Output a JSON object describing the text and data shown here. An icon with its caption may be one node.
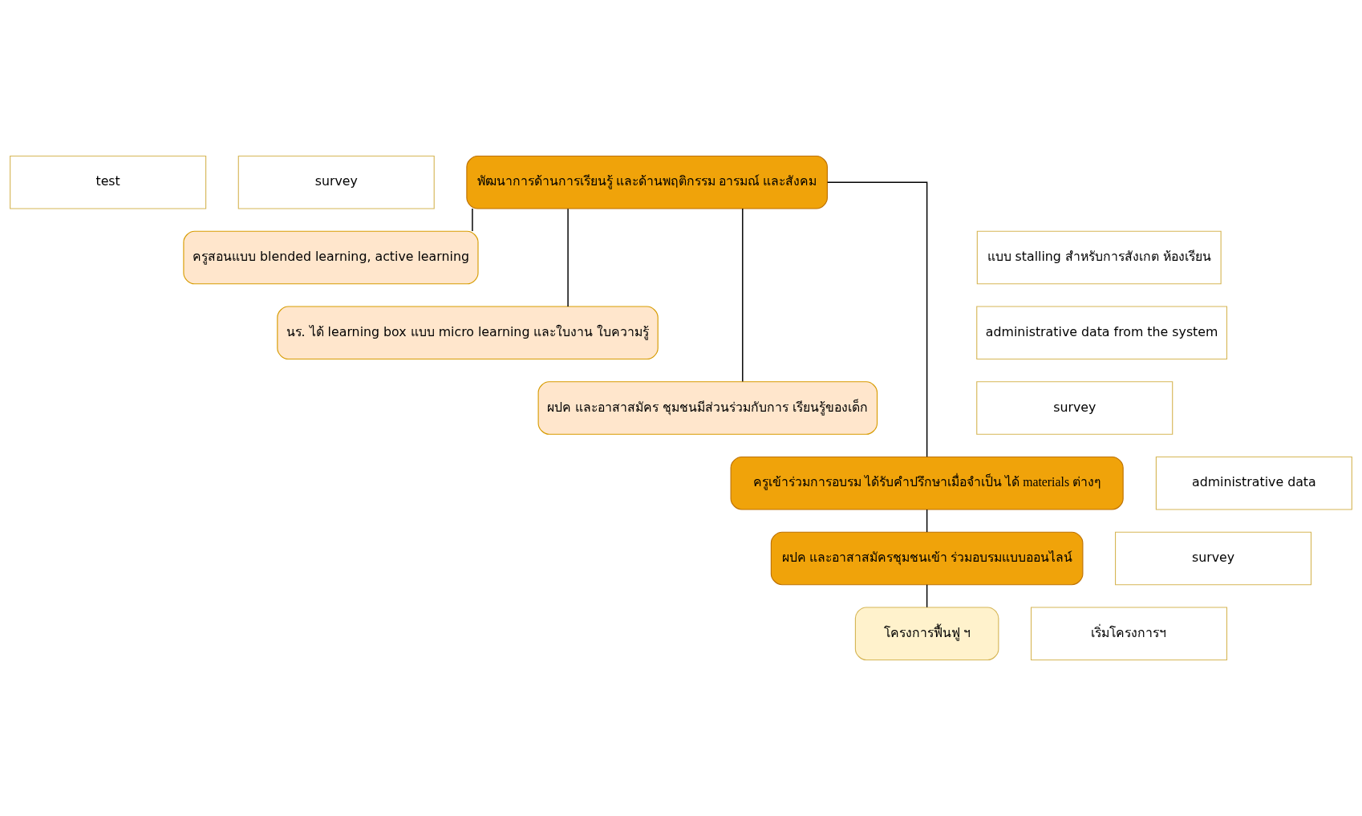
{
  "diagram": {
    "nodes": [
      {
        "text": [
          "test"
        ]
      },
      {
        "text": [
          "survey"
        ]
      },
      {
        "text": [
          "พัฒนาการด้านการเรียนรู้ และด้านพฤติกรรม อารมณ์ และสังคม"
        ]
      },
      {
        "text": [
          "ครูสอนแบบ blended learning, active learning"
        ]
      },
      {
        "text": [
          "แบบ stalling สำหรับการสังเกต ห้องเรียน"
        ]
      },
      {
        "text": [
          "นร. ได้ learning box แบบ micro learning และใบงาน ใบความรู้"
        ]
      },
      {
        "text": [
          "administrative data from the system"
        ]
      },
      {
        "text": [
          "ผปค และอาสาสมัคร ชุมชนมีส่วนร่วมกับการ เรียนรู้ของเด็ก"
        ]
      },
      {
        "text": [
          "survey"
        ]
      },
      {
        "text": [
          "administrative data"
        ]
      },
      {
        "text": [
          "ครูเข้าร่วมการอบรม ได้รับคำปรึกษาเมื่อจำเป็น ได้ materials ต่างๆ"
        ]
      },
      {
        "text": [
          "survey"
        ]
      },
      {
        "text": [
          "ผปค และอาสาสมัครชุมชนเข้า ร่วมอบรมแบบออนไลน์"
        ]
      },
      {
        "text": [
          "โครงการฟื้นฟู ฯ"
        ]
      },
      {
        "text": [
          "เริ่มโครงการฯ"
        ]
      }
    ],
    "edges": [
      {
        "from": 2,
        "to": 3,
        "arrow": "none"
      },
      {
        "from": 2,
        "to": 5,
        "arrow": "none"
      },
      {
        "from": 2,
        "to": 7,
        "arrow": "none"
      },
      {
        "from": 2,
        "to": 10,
        "arrow": "none"
      },
      {
        "from": 10,
        "to": 12,
        "arrow": "none"
      },
      {
        "from": 12,
        "to": 13,
        "arrow": "none"
      }
    ]
  }
}
